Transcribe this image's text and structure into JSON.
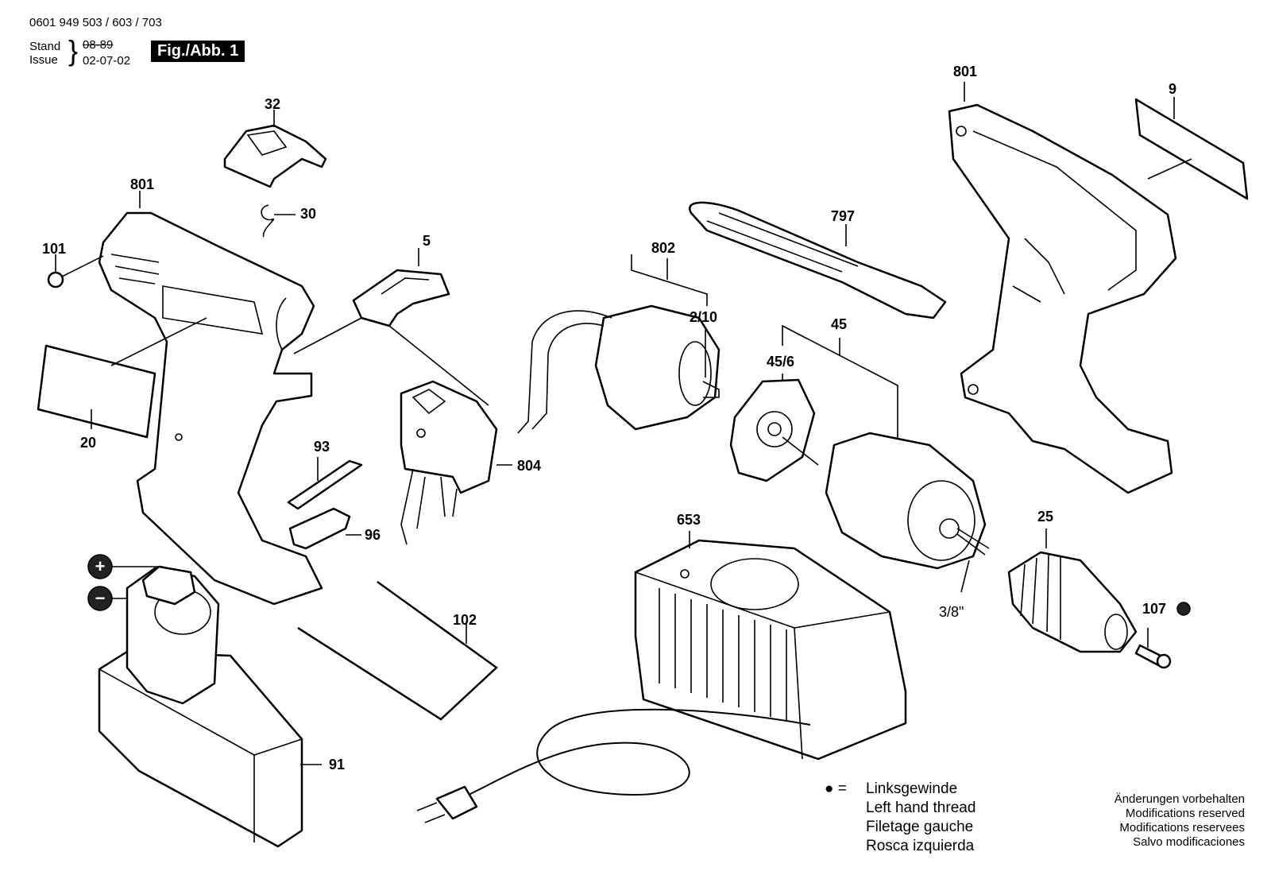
{
  "header": {
    "part_numbers": "0601 949 503 / 603 / 703",
    "stand_label": "Stand",
    "issue_label": "Issue",
    "old_date": "08-89",
    "issue_date": "02-07-02",
    "figure_label": "Fig./Abb. 1"
  },
  "parts": {
    "p32": "32",
    "p30": "30",
    "p801_left": "801",
    "p101": "101",
    "p5": "5",
    "p20": "20",
    "p93": "93",
    "p96": "96",
    "p804": "804",
    "p802": "802",
    "p2_10": "2/10",
    "p797": "797",
    "p801_right": "801",
    "p9": "9",
    "p45": "45",
    "p45_6": "45/6",
    "p653": "653",
    "p25": "25",
    "p107": "107",
    "p3_8": "3/8\"",
    "p102": "102",
    "p91": "91"
  },
  "legend": {
    "symbol": "● =",
    "lines": [
      "Linksgewinde",
      "Left hand thread",
      "Filetage gauche",
      "Rosca izquierda"
    ]
  },
  "modifications": [
    "Änderungen vorbehalten",
    "Modifications reserved",
    "Modifications reservees",
    "Salvo modificaciones"
  ],
  "battery_symbols": {
    "plus": "+",
    "minus": "−"
  },
  "icons": {
    "left_hand_thread_marker": "filled-circle",
    "plus_terminal": "plus-circle-icon",
    "minus_terminal": "minus-circle-icon"
  }
}
